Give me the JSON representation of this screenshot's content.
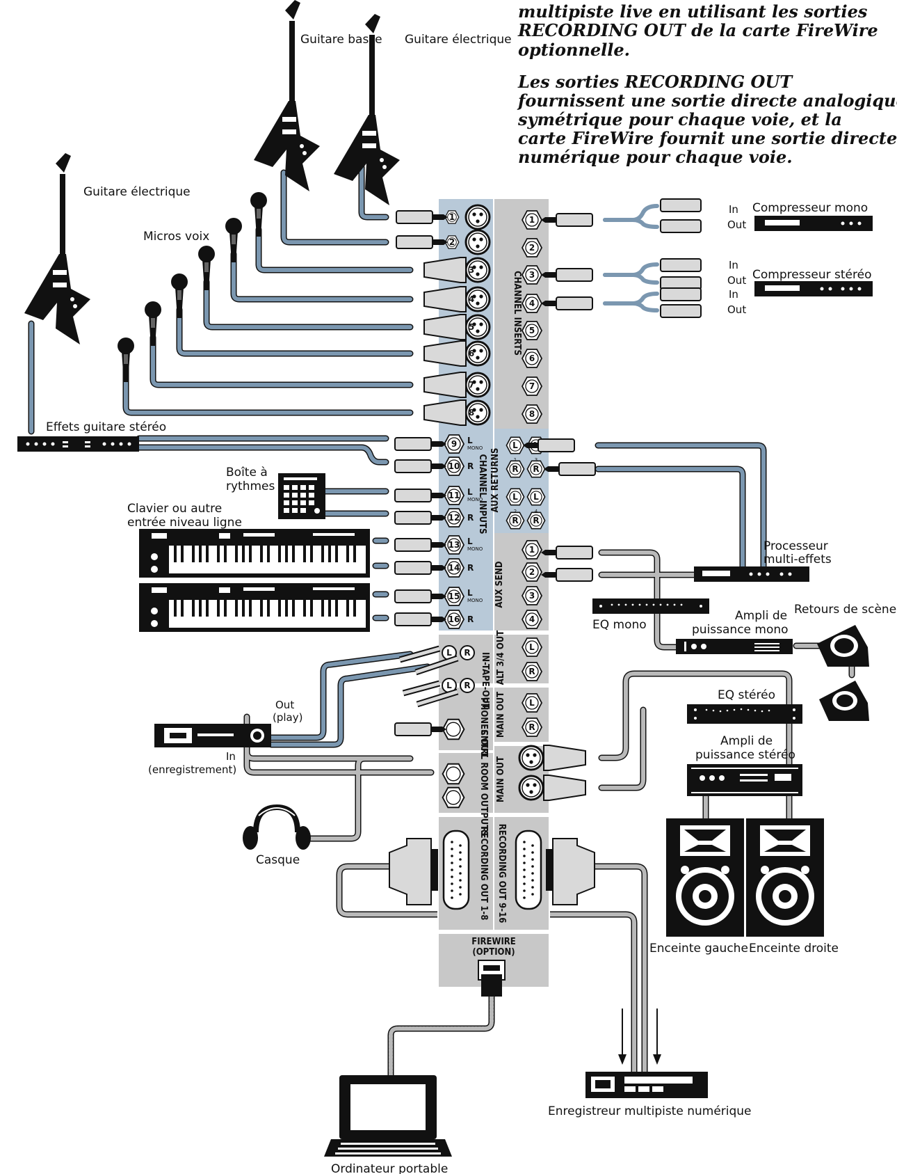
{
  "intro_text": {
    "line1": "multipiste live en utilisant les sorties",
    "line2": "RECORDING OUT de la carte FireWire",
    "line3": "optionnelle.",
    "line4": "Les sorties RECORDING OUT",
    "line5": "fournissent une sortie directe analogique",
    "line6": "symétrique pour chaque voie, et la",
    "line7": "carte FireWire fournit une sortie directe",
    "line8": "numérique pour chaque voie."
  },
  "labels": {
    "bass_guitar": "Guitare basse",
    "electric_guitar_1": "Guitare électrique",
    "electric_guitar_2": "Guitare électrique",
    "vocal_mics": "Micros voix",
    "guitar_effects": "Effets guitare stéréo",
    "drum_machine_1": "Boîte à",
    "drum_machine_2": "rythmes",
    "keyboard_1": "Clavier ou autre",
    "keyboard_2": "entrée niveau ligne",
    "mono_comp": "Compresseur mono",
    "stereo_comp": "Compresseur stéréo",
    "in": "In",
    "out": "Out",
    "multi_fx_1": "Processeur",
    "multi_fx_2": "multi-effets",
    "mono_eq": "EQ mono",
    "mono_amp_1": "Ampli de",
    "mono_amp_2": "puissance mono",
    "monitors": "Retours de scène",
    "stereo_eq": "EQ stéréo",
    "stereo_amp_1": "Ampli de",
    "stereo_amp_2": "puissance stéréo",
    "left_speaker": "Enceinte gauche",
    "right_speaker": "Enceinte droite",
    "tape_out_1": "Out",
    "tape_out_2": "(play)",
    "tape_in_1": "In",
    "tape_in_2": "(enregistrement)",
    "headphones": "Casque",
    "laptop": "Ordinateur portable",
    "multitrack": "Enregistreur multipiste numérique"
  },
  "panel": {
    "channel_inserts": "CHANNEL INSERTS",
    "channel_inputs": "CHANNEL INPUTS",
    "aux_returns": "AUX RETURNS",
    "aux_send": "AUX SEND",
    "alt_out": "ALT 3/4 OUT",
    "tape": "IN-TAPE-OUT",
    "main_out_trs": "MAIN OUT",
    "phones_out": "PHONES OUT",
    "ctrl_room": "CNTRL ROOM OUTPUTS",
    "main_out_xlr": "MAIN OUT",
    "rec_out_1": "RECORDING OUT 1-8",
    "rec_out_2": "RECORDING OUT 9-16",
    "firewire_1": "FIREWIRE",
    "firewire_2": "(OPTION)",
    "mono": "MONO",
    "L": "L",
    "R": "R"
  },
  "channel_numbers": [
    "1",
    "2",
    "3",
    "4",
    "5",
    "6",
    "7",
    "8"
  ],
  "line_input_numbers": [
    "9",
    "10",
    "11",
    "12",
    "13",
    "14",
    "15",
    "16"
  ],
  "aux_send_numbers": [
    "1",
    "2",
    "3",
    "4"
  ],
  "aux_return_numbers": [
    "1",
    "2",
    "3",
    "4"
  ],
  "colors": {
    "blue_cable": "#7b97b0",
    "grey_cable": "#b9b9b9",
    "panel": "#c8c8c8",
    "panel_blue": "#b8c9d8",
    "device": "#111111"
  }
}
